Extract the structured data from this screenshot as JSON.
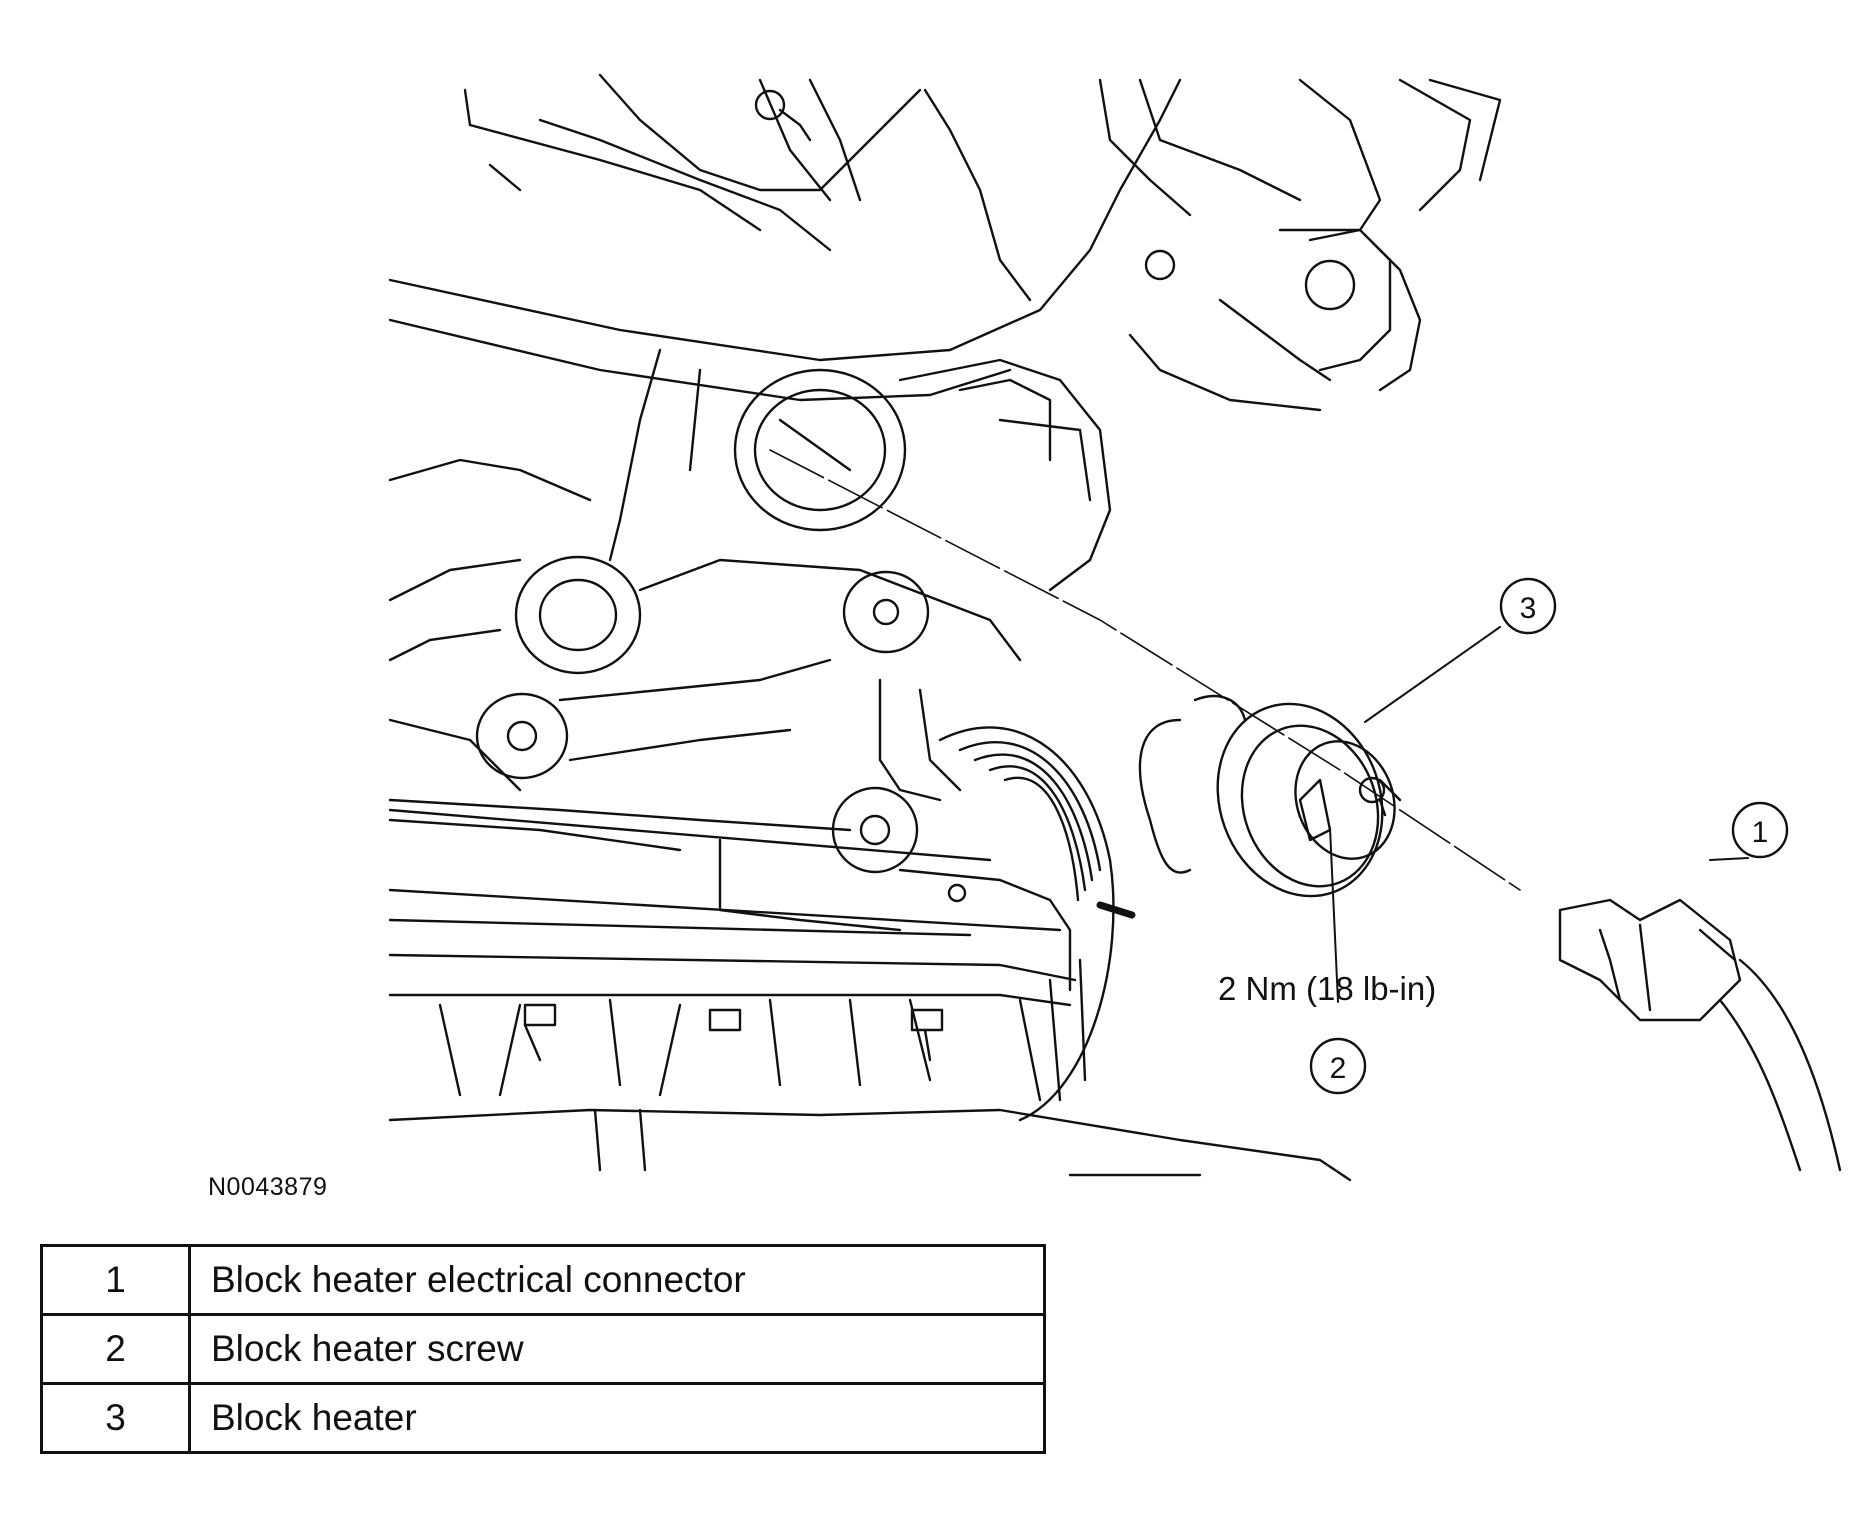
{
  "figure": {
    "id": "N0043879",
    "callouts": [
      {
        "number": "1"
      },
      {
        "number": "2"
      },
      {
        "number": "3"
      }
    ],
    "torque_label": "2 Nm (18 lb-in)"
  },
  "legend": {
    "rows": [
      {
        "number": "1",
        "description": "Block heater electrical connector"
      },
      {
        "number": "2",
        "description": "Block heater screw"
      },
      {
        "number": "3",
        "description": "Block heater"
      }
    ]
  }
}
